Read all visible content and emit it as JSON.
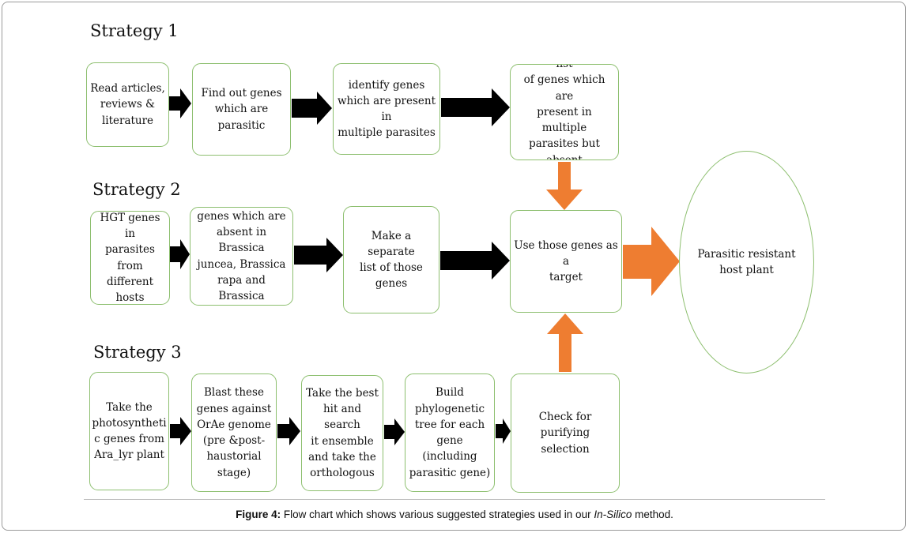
{
  "strategies": {
    "s1": "Strategy 1",
    "s2": "Strategy 2",
    "s3": "Strategy 3"
  },
  "nodes": {
    "s1_read": "Read articles,\nreviews &\nliterature",
    "s1_find": "Find out genes\nwhich are\nparasitic",
    "s1_identify": "identify genes\nwhich are present in\nmultiple parasites",
    "s1_list": "Make a separate list\nof genes which are\npresent in multiple\nparasites but absent\nin hosts",
    "s2_hgt": "HGT genes in\nparasites from\ndifferent\nhosts",
    "s2_identify": "Identify HGT\ngenes which are\nabsent in Brassica\njuncea, Brassica\nrapa and Brassica\nnapus",
    "s2_list": "Make a separate\nlist of those\ngenes",
    "target": "Use those genes as a\ntarget",
    "result": "Parasitic resistant\nhost plant",
    "s3_take": "Take the\nphotosyntheti\nc genes from\nAra_lyr plant",
    "s3_blast": "Blast these\ngenes against\nOrAe genome\n(pre &post-\nhaustorial\nstage)",
    "s3_best": "Take the best\nhit and search\nit ensemble\nand take the\northologous",
    "s3_tree": "Build\nphylogenetic\ntree for each\ngene (including\nparasitic gene)",
    "s3_check": "Check for purifying\nselection"
  },
  "caption": {
    "label": "Figure 4:",
    "text_before": " Flow chart which shows various suggested strategies used in our ",
    "italic": "In-Silico",
    "text_after": " method."
  },
  "colors": {
    "box_border": "#8dbf6f",
    "arrow_black": "#000000",
    "arrow_orange": "#ee7d31"
  }
}
